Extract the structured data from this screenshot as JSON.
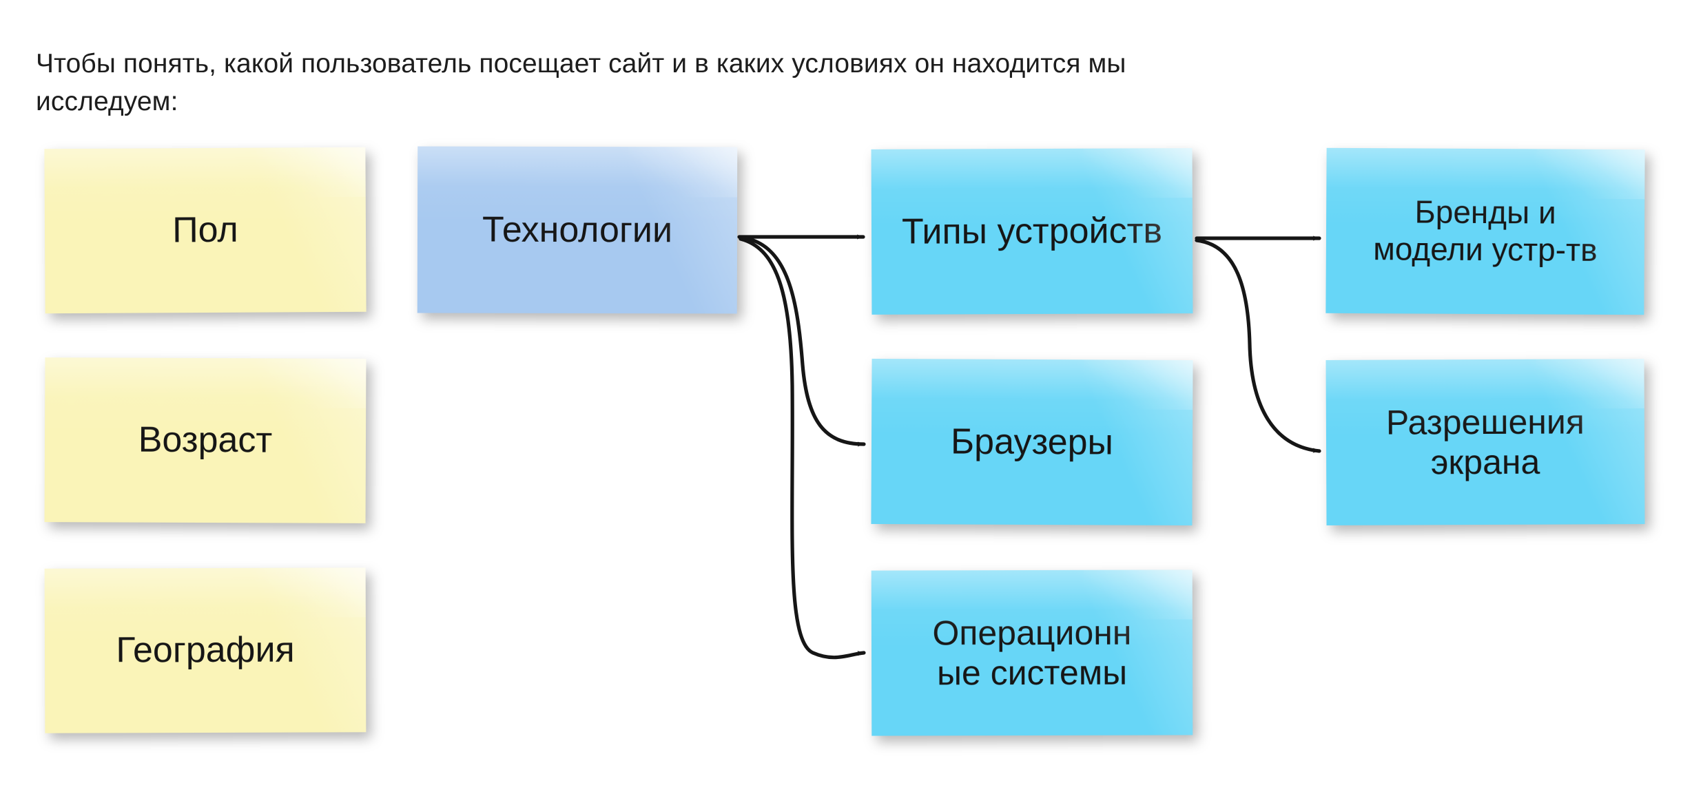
{
  "intro": {
    "text": "Чтобы понять, какой пользователь посещает сайт и в каких условиях он находится мы\nисследуем:"
  },
  "colors": {
    "background": "#ffffff",
    "note_yellow": "#faf4b8",
    "note_periwinkle": "#a7c9f0",
    "note_cyan": "#67d6f7",
    "text": "#1a1a1a",
    "connector": "#161616"
  },
  "columns": [
    {
      "name": "demographics",
      "color": "#faf4b8",
      "notes": [
        {
          "label": "Пол"
        },
        {
          "label": "Возраст"
        },
        {
          "label": "География"
        }
      ]
    },
    {
      "name": "technology-root",
      "color": "#a7c9f0",
      "notes": [
        {
          "label": "Технологии"
        }
      ]
    },
    {
      "name": "technology-branches",
      "color": "#67d6f7",
      "notes": [
        {
          "label": "Типы устройств"
        },
        {
          "label": "Браузеры"
        },
        {
          "label": "Операционн\nые системы"
        }
      ]
    },
    {
      "name": "device-details",
      "color": "#67d6f7",
      "notes": [
        {
          "label": "Бренды и\nмодели устр-тв"
        },
        {
          "label": "Разрешения\nэкрана"
        }
      ]
    }
  ],
  "connectors": [
    {
      "from": "Технологии",
      "to": "Типы устройств"
    },
    {
      "from": "Технологии",
      "to": "Браузеры"
    },
    {
      "from": "Технологии",
      "to": "Операционные системы"
    },
    {
      "from": "Типы устройств",
      "to": "Бренды и модели устр-тв"
    },
    {
      "from": "Типы устройств",
      "to": "Разрешения экрана"
    }
  ]
}
